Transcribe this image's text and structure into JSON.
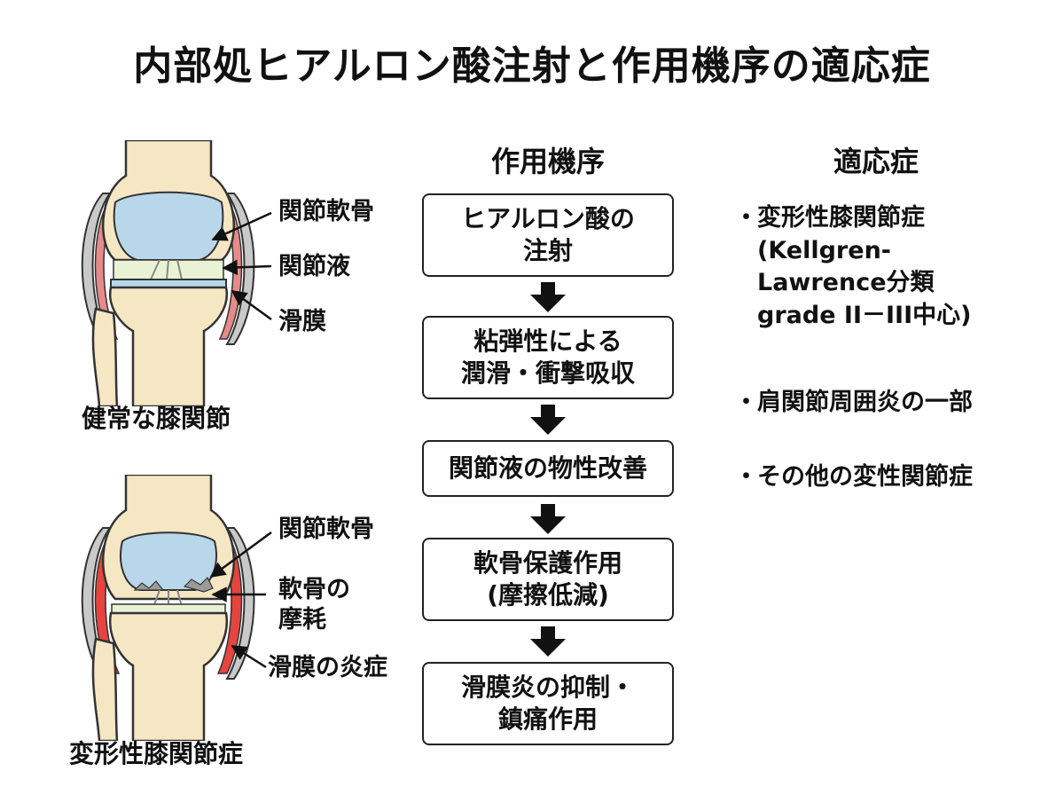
{
  "title": "内部処ヒアルロン酸注射と作用機序の適応症",
  "healthy_knee": {
    "caption": "健常な膝関節",
    "labels": [
      "関節軟骨",
      "関節液",
      "滑膜"
    ]
  },
  "oa_knee": {
    "caption": "変形性膝関節症",
    "labels": [
      "関節軟骨",
      "軟骨の\n摩耗",
      "滑膜の炎症"
    ]
  },
  "mechanism": {
    "heading": "作用機序",
    "steps": [
      "ヒアルロン酸の\n注射",
      "粘弾性による\n潤滑・衝撃吸収",
      "関節液の物性改善",
      "軟骨保護作用\n(摩擦低減)",
      "滑膜炎の抑制・\n鎮痛作用"
    ]
  },
  "indications": {
    "heading": "適応症",
    "bullet": "・",
    "items": [
      "変形性膝関節症\n(Kellgren-\nLawrence分類\ngrade II－III中心)",
      "肩関節周囲炎の一部",
      "その他の変性関節症"
    ]
  },
  "colors": {
    "bone": "#f5e6c4",
    "cartilage": "#b9d7ea",
    "synovial_fluid": "#e9f2d4",
    "synovium": "#e68a8a",
    "inflamed_synovium": "#e5443f",
    "capsule": "#c9c9c9"
  }
}
